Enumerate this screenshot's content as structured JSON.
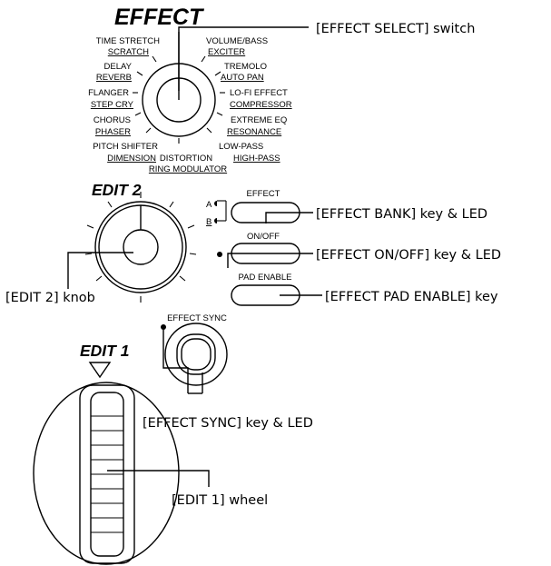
{
  "effect": {
    "title": "EFFECT",
    "positions_left": [
      "TIME STRETCH",
      "SCRATCH",
      "DELAY",
      "REVERB",
      "FLANGER",
      "STEP CRY",
      "CHORUS",
      "PHASER",
      "PITCH SHIFTER",
      "DIMENSION"
    ],
    "positions_right": [
      "VOLUME/BASS",
      "EXCITER",
      "TREMOLO",
      "AUTO PAN",
      "LO-FI EFFECT",
      "COMPRESSOR",
      "EXTREME EQ",
      "RESONANCE",
      "LOW-PASS",
      "HIGH-PASS"
    ],
    "positions_bottom": [
      "DISTORTION",
      "RING MODULATOR"
    ]
  },
  "edit2": {
    "title": "EDIT 2"
  },
  "edit1": {
    "title": "EDIT 1"
  },
  "keys": {
    "bank_label": "EFFECT",
    "bank_led_a": "A",
    "bank_led_b": "B",
    "onoff_label": "ON/OFF",
    "pad_label": "PAD ENABLE",
    "sync_label": "EFFECT SYNC"
  },
  "callouts": {
    "effect_select": "[EFFECT SELECT] switch",
    "effect_bank": "[EFFECT BANK] key & LED",
    "effect_onoff": "[EFFECT ON/OFF] key & LED",
    "pad_enable": "[EFFECT PAD ENABLE] key",
    "edit2_knob": "[EDIT 2] knob",
    "effect_sync": "[EFFECT SYNC] key & LED",
    "edit1_wheel": "[EDIT 1] wheel"
  }
}
